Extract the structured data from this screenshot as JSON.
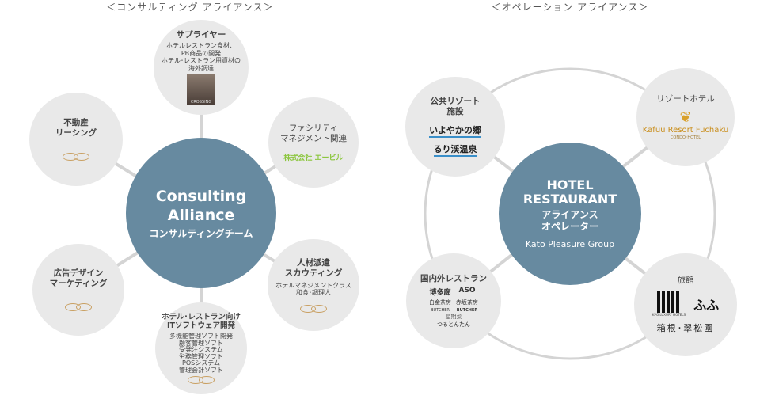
{
  "headers": {
    "consulting": "＜コンサルティング アライアンス＞",
    "operation": "＜オペレーション アライアンス＞"
  },
  "consulting": {
    "center": {
      "line1": "Consulting",
      "line2": "Alliance",
      "line3": "コンサルティングチーム"
    },
    "supplier": {
      "title": "サプライヤー",
      "desc": [
        "ホテルレストラン食材、",
        "PB商品の開発",
        "ホテル･レストラン用資材の",
        "海外調達"
      ],
      "logo": "CROSSING"
    },
    "facility": {
      "title": [
        "ファシリティ",
        "マネジメント関連"
      ],
      "logo": "株式会社 エービル"
    },
    "staffing": {
      "title": [
        "人材派遣",
        "スカウティング"
      ],
      "desc": [
        "ホテルマネジメントクラス",
        "和食･調理人"
      ]
    },
    "it": {
      "title": [
        "ホテル･レストラン向け",
        "ITソフトウェア開発"
      ],
      "desc": [
        "多機能管理ソフト開発",
        "顧客管理ソフト",
        "受発注システム",
        "労務管理ソフト",
        "POSシステム",
        "管理会計ソフト"
      ]
    },
    "design": {
      "title": [
        "広告デザイン",
        "マーケティング"
      ]
    },
    "realestate": {
      "title": [
        "不動産",
        "リーシング"
      ]
    }
  },
  "operation": {
    "center": {
      "line1": "HOTEL",
      "line2": "RESTAURANT",
      "line3": "アライアンス",
      "line4": "オペレーター",
      "logo": "Kato Pleasure Group"
    },
    "public": {
      "title": [
        "公共リゾート",
        "施設"
      ],
      "logos": [
        "いよやかの郷",
        "るり渓温泉"
      ]
    },
    "resort": {
      "title": "リゾートホテル",
      "logo": "Kafuu Resort Fuchaku",
      "logo_sub": "CONDO･HOTEL"
    },
    "restaurants": {
      "title": "国内外レストラン",
      "logos": [
        "博多廊",
        "ASO",
        "白金茶房",
        "赤坂茶房",
        "BUTCHER",
        "BUTCHER",
        "星期菜",
        "つるとんたん"
      ]
    },
    "ryokan": {
      "title": "旅館",
      "logos": [
        "KPG LUXURY HOTELS",
        "ふふ",
        "箱根･翠松園"
      ]
    }
  }
}
